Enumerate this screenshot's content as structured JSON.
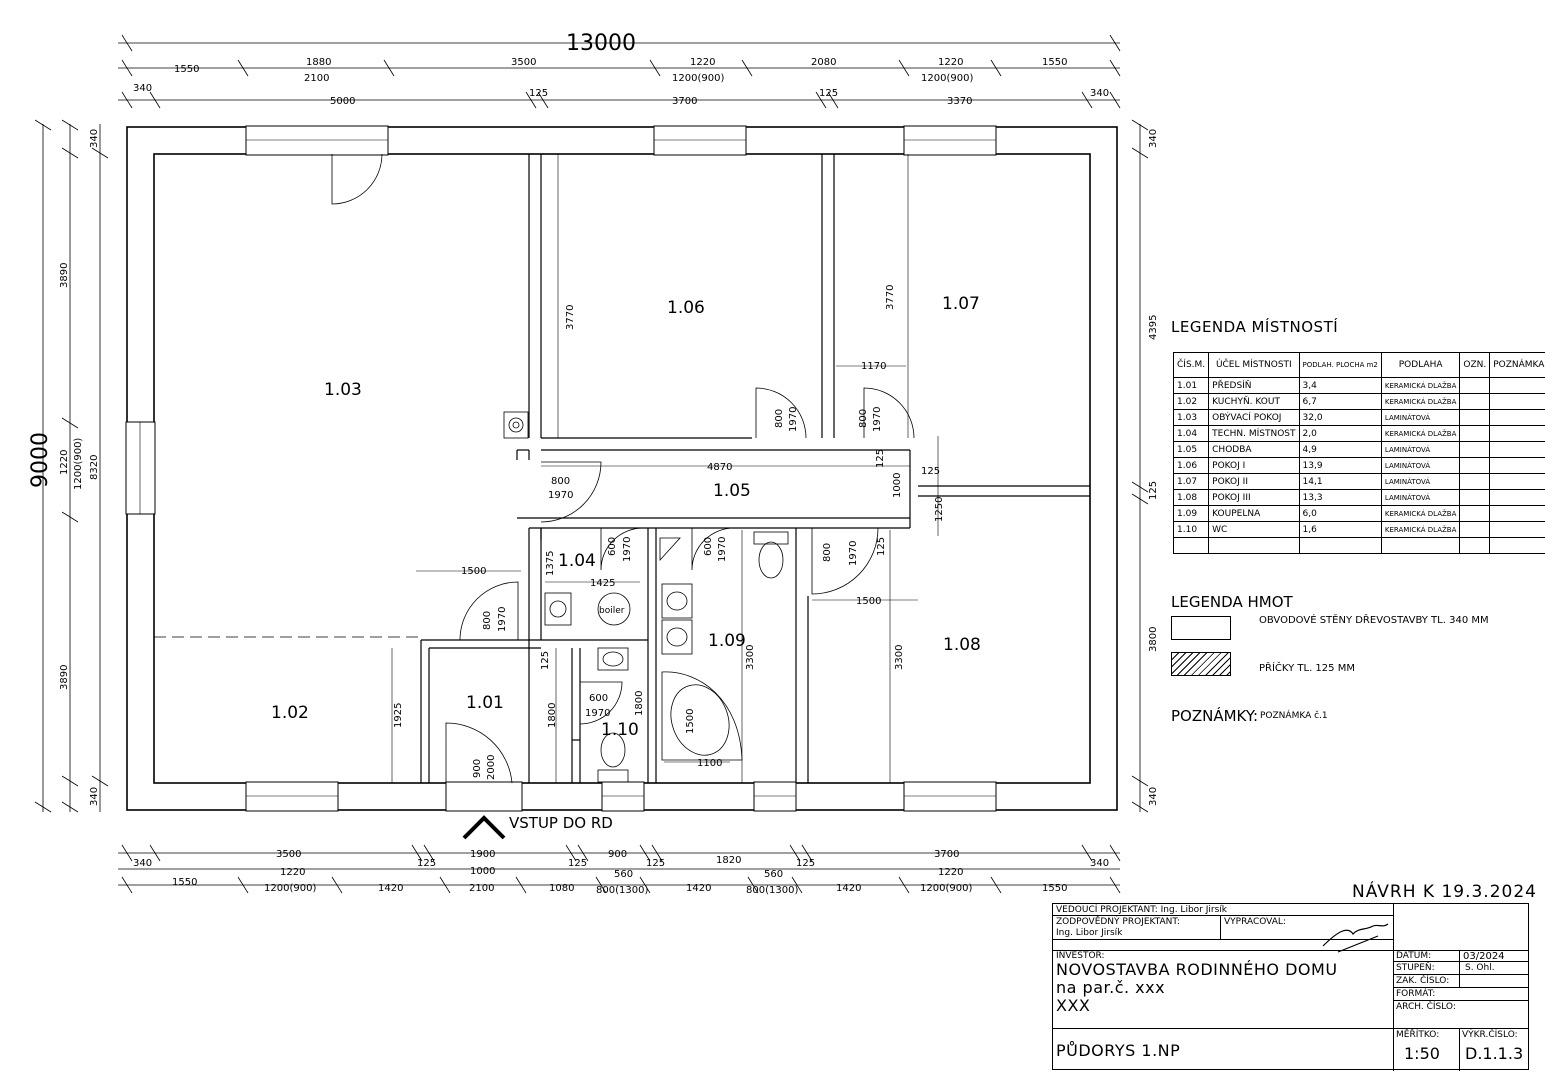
{
  "plan": {
    "overall_width": "13000",
    "overall_height": "9000",
    "entrance_label": "VSTUP  DO  RD",
    "boiler_label": "boiler",
    "rooms": [
      {
        "id": "1.01"
      },
      {
        "id": "1.02"
      },
      {
        "id": "1.03"
      },
      {
        "id": "1.04"
      },
      {
        "id": "1.05"
      },
      {
        "id": "1.06"
      },
      {
        "id": "1.07"
      },
      {
        "id": "1.08"
      },
      {
        "id": "1.09"
      },
      {
        "id": "1.10"
      }
    ],
    "top_dims_row1": [
      "1550",
      "1880",
      "3500",
      "1220",
      "2080",
      "1220",
      "1550"
    ],
    "top_dims_row2": [
      "340",
      "2100",
      "1200(900)",
      "1200(900)"
    ],
    "top_dims_row3": [
      "5000",
      "125",
      "3700",
      "125",
      "3370",
      "340"
    ],
    "bottom_dims_row1": [
      "340",
      "3500",
      "125",
      "1900",
      "125",
      "900",
      "125",
      "3700",
      "340"
    ],
    "bottom_dims_row2": [
      "1220",
      "1000",
      "560",
      "1820",
      "560",
      "125",
      "1220"
    ],
    "bottom_dims_row3": [
      "1550",
      "1200(900)",
      "1420",
      "2100",
      "1080",
      "800(1300)",
      "1420",
      "800(1300)",
      "1420",
      "1200(900)",
      "1550"
    ],
    "left_dims": [
      "340",
      "3890",
      "1220",
      "1200(900)",
      "8320",
      "3890",
      "340"
    ],
    "right_dims": [
      "340",
      "4395",
      "125",
      "3800",
      "340"
    ],
    "inner_dims": [
      "3770",
      "3770",
      "1170",
      "800",
      "1970",
      "800",
      "1970",
      "4870",
      "125",
      "125",
      "1000",
      "1250",
      "800",
      "1970",
      "1375",
      "1425",
      "600",
      "1970",
      "600",
      "1970",
      "800",
      "1970",
      "125",
      "1500",
      "1500",
      "800",
      "1970",
      "125",
      "1800",
      "600",
      "1970",
      "1800",
      "3300",
      "3300",
      "1925",
      "900",
      "2000",
      "1500",
      "1100"
    ]
  },
  "room_legend": {
    "title": "LEGENDA MÍSTNOSTÍ",
    "headers": [
      "ČÍS.M.",
      "ÚČEL MÍSTNOSTI",
      "PODLAH. PLOCHA m2",
      "PODLAHA",
      "OZN.",
      "POZNÁMKA"
    ],
    "rows": [
      [
        "1.01",
        "PŘEDSÍŇ",
        "3,4",
        "KERAMICKÁ DLAŽBA",
        "",
        ""
      ],
      [
        "1.02",
        "KUCHYŇ. KOUT",
        "6,7",
        "KERAMICKÁ DLAŽBA",
        "",
        ""
      ],
      [
        "1.03",
        "OBÝVACÍ POKOJ",
        "32,0",
        "LAMINÁTOVÁ",
        "",
        ""
      ],
      [
        "1.04",
        "TECHN. MÍSTNOST",
        "2,0",
        "KERAMICKÁ DLAŽBA",
        "",
        ""
      ],
      [
        "1.05",
        "CHODBA",
        "4,9",
        "LAMINÁTOVÁ",
        "",
        ""
      ],
      [
        "1.06",
        "POKOJ I",
        "13,9",
        "LAMINÁTOVÁ",
        "",
        ""
      ],
      [
        "1.07",
        "POKOJ II",
        "14,1",
        "LAMINÁTOVÁ",
        "",
        ""
      ],
      [
        "1.08",
        "POKOJ III",
        "13,3",
        "LAMINÁTOVÁ",
        "",
        ""
      ],
      [
        "1.09",
        "KOUPELNA",
        "6,0",
        "KERAMICKÁ DLAŽBA",
        "",
        ""
      ],
      [
        "1.10",
        "WC",
        "1,6",
        "KERAMICKÁ DLAŽBA",
        "",
        ""
      ],
      [
        "",
        "",
        "",
        "",
        "",
        ""
      ]
    ]
  },
  "mass_legend": {
    "title": "LEGENDA HMOT",
    "exterior": "OBVODOVÉ STĚNY DŘEVOSTAVBY TL. 340 MM",
    "interior": "PŘÍČKY TL. 125 MM"
  },
  "notes": {
    "title": "POZNÁMKY:",
    "text": "POZNÁMKA č.1"
  },
  "title_block": {
    "status": "NÁVRH  K  19.3.2024",
    "lead": "VEDOUCÍ PROJEKTANT: Ing. Libor Jirsík",
    "responsible_label": "ZODPOVĚDNÝ PROJEKTANT:",
    "responsible_name": "Ing. Libor Jirsík",
    "drawn_by_label": "VYPRACOVAL:",
    "investor_label": "INVESTOR:",
    "project_line1": "NOVOSTAVBA RODINNÉHO DOMU",
    "project_line2": "na par.č. xxx",
    "project_line3": "XXX",
    "date_label": "DATUM:",
    "date_value": "03/2024",
    "stage_label": "STUPEŇ:",
    "stage_value": "S. Ohl.",
    "order_label": "ZAK. ČÍSLO:",
    "format_label": "FORMÁT:",
    "archive_label": "ARCH. ČÍSLO:",
    "scale_label": "MĚŘÍTKO:",
    "scale_value": "1:50",
    "drawing_no_label": "VÝKR.ČÍSLO:",
    "drawing_no_value": "D.1.1.3",
    "drawing_title": "PŮDORYS 1.NP"
  }
}
